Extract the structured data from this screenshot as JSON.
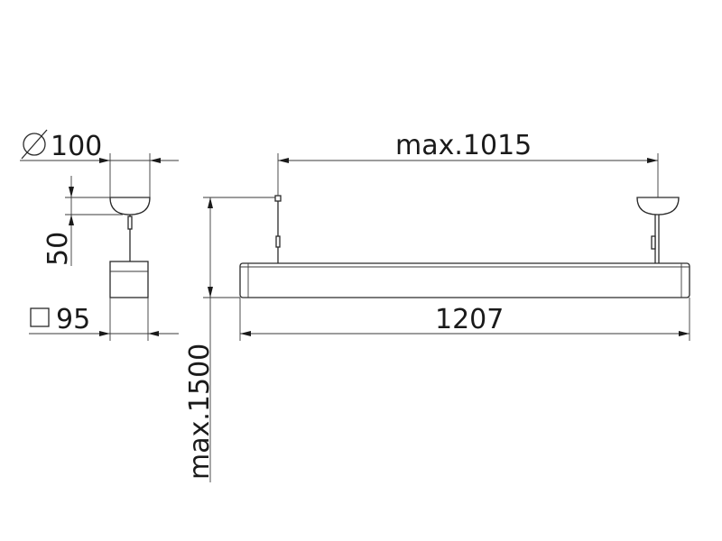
{
  "dimensions": {
    "canopy_diameter": "100",
    "canopy_height": "50",
    "profile_size": "95",
    "cable_spacing": "max.1015",
    "length": "1207",
    "suspension_height": "max.1500"
  },
  "symbols": {
    "diameter": "diameter-symbol",
    "square": "square-symbol"
  }
}
